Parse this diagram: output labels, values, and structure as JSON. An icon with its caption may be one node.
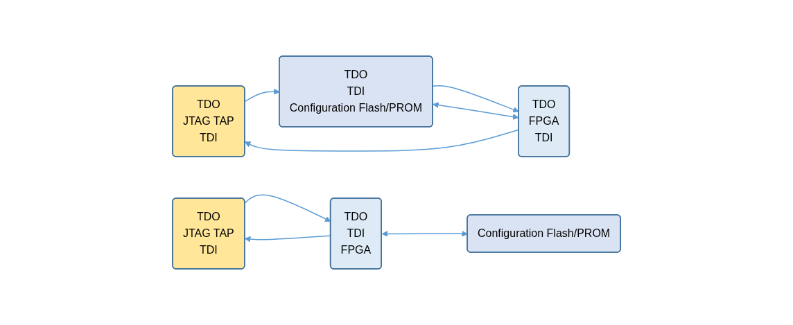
{
  "diagram": {
    "nodes": [
      {
        "text": [
          "TDO",
          "JTAG TAP",
          "TDI"
        ]
      },
      {
        "text": [
          "TDO",
          "FPGA",
          "TDI"
        ]
      },
      {
        "text": [
          "TDO",
          "TDI",
          "Configuration Flash/PROM"
        ]
      },
      {
        "text": [
          "TDO",
          "JTAG TAP",
          "TDI"
        ]
      },
      {
        "text": [
          "TDO",
          "TDI",
          "FPGA"
        ]
      },
      {
        "text": [
          "Configuration Flash/PROM"
        ]
      }
    ],
    "edges": [
      {
        "from": 1,
        "to": 0,
        "arrow": "to"
      },
      {
        "from": 0,
        "to": 2,
        "arrow": "to"
      },
      {
        "from": 2,
        "to": 1,
        "arrow": "to"
      },
      {
        "from": 1,
        "to": 2,
        "arrow": "both"
      },
      {
        "from": 4,
        "to": 3,
        "arrow": "to"
      },
      {
        "from": 3,
        "to": 4,
        "arrow": "to"
      },
      {
        "from": 4,
        "to": 5,
        "arrow": "both"
      }
    ]
  }
}
